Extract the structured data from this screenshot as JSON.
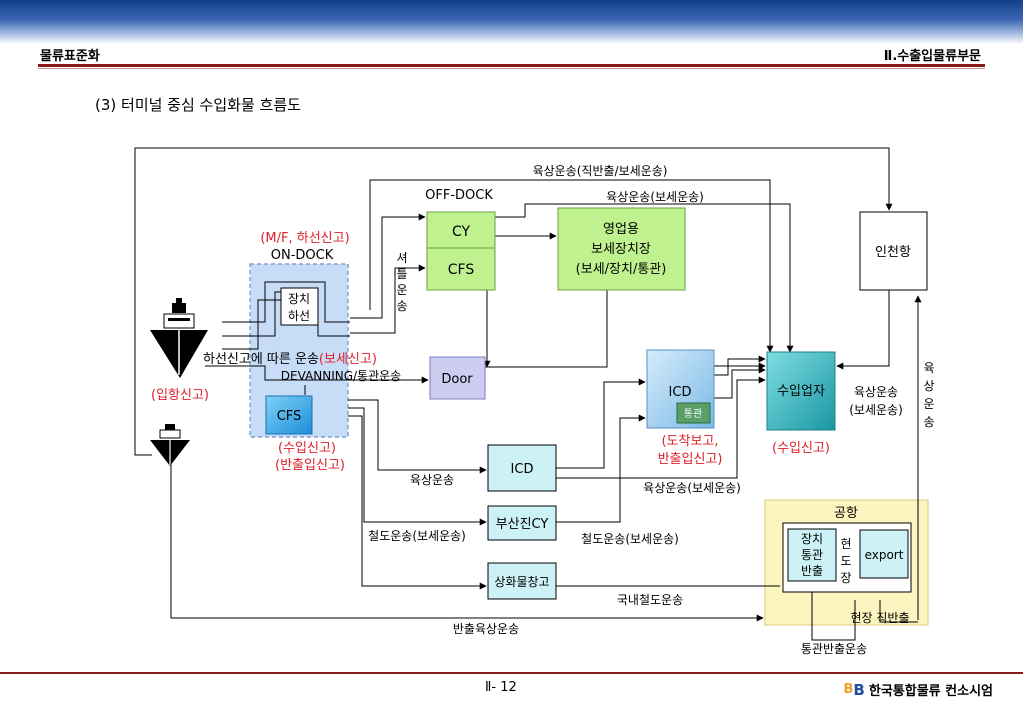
{
  "header": {
    "left": "물류표준화",
    "right": "Ⅱ.수출입물류부문"
  },
  "section_title": "(3) 터미널 중심 수입화물 흐름도",
  "footer": {
    "page": "Ⅱ- 12",
    "brand": "한국통합물류 컨소시엄",
    "logo_letters": [
      "B",
      "B"
    ]
  },
  "nodes": {
    "cy": "CY",
    "cfs_offdock": "CFS",
    "bonded_area": [
      "영업용",
      "보세장치장",
      "(보세/장치/통관)"
    ],
    "incheon": "인천항",
    "jangchi_haseon": [
      "장치",
      "하선"
    ],
    "cfs_ondock": "CFS",
    "door": "Door",
    "icd_inland": "ICD",
    "tonggwan": "통관",
    "importer": "수입업자",
    "icd_lower": "ICD",
    "busan_cy": "부산진CY",
    "sanghwamul": "상화물창고",
    "airport": "공항",
    "airport_inner": [
      "장치",
      "통관",
      "반출"
    ],
    "export": "export"
  },
  "labels": {
    "offdock": "OFF-DOCK",
    "ondock": "ON-DOCK",
    "mf": "(M/F, 하선신고)",
    "shuttle": [
      "셔",
      "틀",
      "운",
      "송"
    ],
    "land_direct": "육상운송(직반출/보세운송)",
    "land_bonded_top": "육상운송(보세운송)",
    "haseon_text": "하선신고에 따른 운송",
    "haseon_red": "(보세신고)",
    "devanning": "DEVANNING/통관운송",
    "entry_report": "(입항신고)",
    "import_report": "(수입신고)",
    "release_report": "(반출입신고)",
    "arrival_report": "(도착보고,",
    "arrival_report2": "반출입신고)",
    "importer_report": "(수입신고)",
    "land_bonded_right": [
      "육상운송",
      "(보세운송)"
    ],
    "land_vertical": [
      "육",
      "상",
      "운",
      "송"
    ],
    "land_short": "육상운송",
    "land_bonded_mid": "육상운송(보세운송)",
    "rail_bonded_left": "철도운송(보세운송)",
    "rail_bonded_right": "철도운송(보세운송)",
    "domestic_rail": "국내철도운송",
    "field": [
      "현",
      "도",
      "장"
    ],
    "field_direct": "현장 직반출",
    "release_land": "반출육상운송",
    "customs_release_land": "통관반출운송"
  },
  "colors": {
    "green": "#bff28f",
    "ondock_area": "#c7dcf7",
    "cfs_blue": "#2ea8ea",
    "purple": "#cdcdf2",
    "icd_blue": "#99ccee",
    "importer_teal": "#2fb3bb",
    "tonggwan_green": "#5a9e68",
    "light_cyan": "#ccf2f7",
    "airport_bg": "#fdf5c0",
    "red_text": "#e0202a",
    "header_rule": "#8b1a1a"
  }
}
